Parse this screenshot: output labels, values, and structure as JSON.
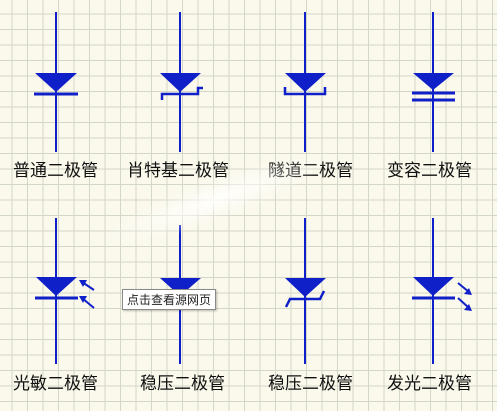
{
  "diagram": {
    "colors": {
      "symbol": "#1020c8",
      "grid": "#d3d7c8",
      "background": "#fbf9ec"
    },
    "components": [
      {
        "label": "普通二极管",
        "icon": "diode-icon"
      },
      {
        "label": "肖特基二极管",
        "icon": "schottky-diode-icon"
      },
      {
        "label": "隧道二极管",
        "icon": "tunnel-diode-icon"
      },
      {
        "label": "变容二极管",
        "icon": "varactor-diode-icon"
      },
      {
        "label": "光敏二极管",
        "icon": "photodiode-icon"
      },
      {
        "label": "稳压二极管",
        "icon": "zener-diode-icon"
      },
      {
        "label": "稳压二极管",
        "icon": "zener-diode-icon"
      },
      {
        "label": "发光二极管",
        "icon": "led-icon"
      }
    ]
  },
  "tooltip": {
    "text": "点击查看源网页"
  }
}
